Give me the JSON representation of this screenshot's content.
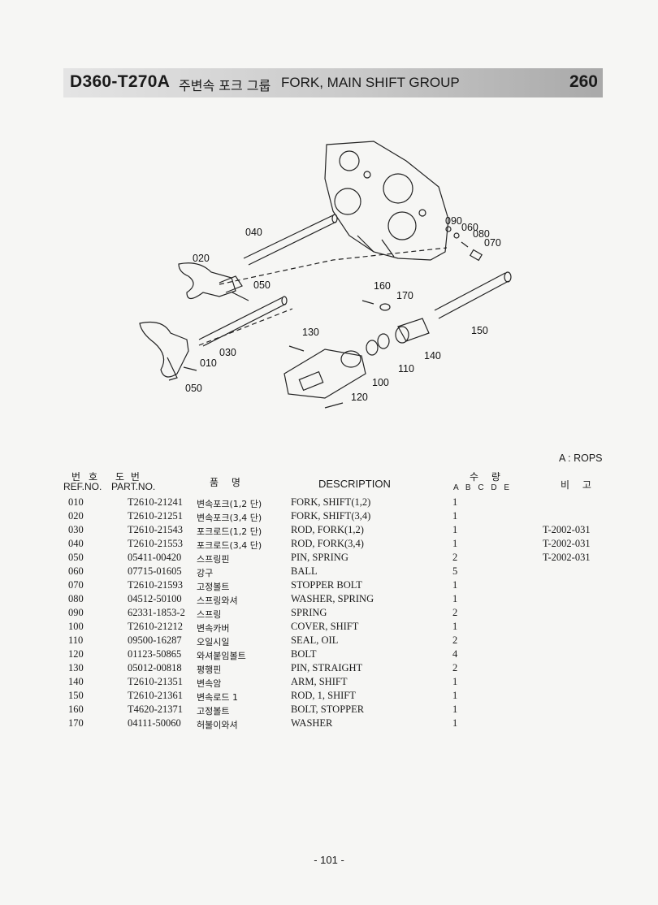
{
  "header": {
    "model": "D360-T270A",
    "title_kr": "주변속 포크 그룹",
    "title_en": "FORK, MAIN SHIFT GROUP",
    "group_no": "260"
  },
  "diagram_labels": [
    "040",
    "020",
    "050",
    "030",
    "010",
    "050",
    "090",
    "060",
    "080",
    "070",
    "160",
    "170",
    "150",
    "130",
    "140",
    "110",
    "100",
    "120"
  ],
  "note": "A : ROPS",
  "table": {
    "headers": {
      "ref_kr": "번호",
      "ref_en": "REF.NO.",
      "part_kr": "도 번",
      "part_en": "PART.NO.",
      "name_kr": "품 명",
      "desc": "DESCRIPTION",
      "qty_kr": "수 량",
      "qty_cols": "A B C D E",
      "remarks_kr": "비 고"
    },
    "rows": [
      {
        "ref": "010",
        "part": "T2610-21241",
        "name_kr": "변속포크(1,2 단)",
        "desc": "FORK, SHIFT(1,2)",
        "qty": "1",
        "remarks": ""
      },
      {
        "ref": "020",
        "part": "T2610-21251",
        "name_kr": "변속포크(3,4 단)",
        "desc": "FORK, SHIFT(3,4)",
        "qty": "1",
        "remarks": ""
      },
      {
        "ref": "030",
        "part": "T2610-21543",
        "name_kr": "포크로드(1,2 단)",
        "desc": "ROD, FORK(1,2)",
        "qty": "1",
        "remarks": "T-2002-031"
      },
      {
        "ref": "040",
        "part": "T2610-21553",
        "name_kr": "포크로드(3,4 단)",
        "desc": "ROD, FORK(3,4)",
        "qty": "1",
        "remarks": "T-2002-031"
      },
      {
        "ref": "050",
        "part": "05411-00420",
        "name_kr": "스프링핀",
        "desc": "PIN, SPRING",
        "qty": "2",
        "remarks": "T-2002-031"
      },
      {
        "ref": "060",
        "part": "07715-01605",
        "name_kr": "강구",
        "desc": "BALL",
        "qty": "5",
        "remarks": ""
      },
      {
        "ref": "070",
        "part": "T2610-21593",
        "name_kr": "고정볼트",
        "desc": "STOPPER BOLT",
        "qty": "1",
        "remarks": ""
      },
      {
        "ref": "080",
        "part": "04512-50100",
        "name_kr": "스프링와셔",
        "desc": "WASHER, SPRING",
        "qty": "1",
        "remarks": ""
      },
      {
        "ref": "090",
        "part": "62331-1853-2",
        "name_kr": "스프링",
        "desc": "SPRING",
        "qty": "2",
        "remarks": ""
      },
      {
        "ref": "100",
        "part": "T2610-21212",
        "name_kr": "변속카버",
        "desc": "COVER, SHIFT",
        "qty": "1",
        "remarks": ""
      },
      {
        "ref": "110",
        "part": "09500-16287",
        "name_kr": "오일시일",
        "desc": "SEAL, OIL",
        "qty": "2",
        "remarks": ""
      },
      {
        "ref": "120",
        "part": "01123-50865",
        "name_kr": "와셔붙임볼트",
        "desc": "BOLT",
        "qty": "4",
        "remarks": ""
      },
      {
        "ref": "130",
        "part": "05012-00818",
        "name_kr": "평행핀",
        "desc": "PIN, STRAIGHT",
        "qty": "2",
        "remarks": ""
      },
      {
        "ref": "140",
        "part": "T2610-21351",
        "name_kr": "변속암",
        "desc": "ARM, SHIFT",
        "qty": "1",
        "remarks": ""
      },
      {
        "ref": "150",
        "part": "T2610-21361",
        "name_kr": "변속로드 1",
        "desc": "ROD, 1, SHIFT",
        "qty": "1",
        "remarks": ""
      },
      {
        "ref": "160",
        "part": "T4620-21371",
        "name_kr": "고정볼트",
        "desc": "BOLT, STOPPER",
        "qty": "1",
        "remarks": ""
      },
      {
        "ref": "170",
        "part": "04111-50060",
        "name_kr": "허불이와셔",
        "desc": "WASHER",
        "qty": "1",
        "remarks": ""
      }
    ]
  },
  "footer": {
    "page": "- 101 -"
  }
}
